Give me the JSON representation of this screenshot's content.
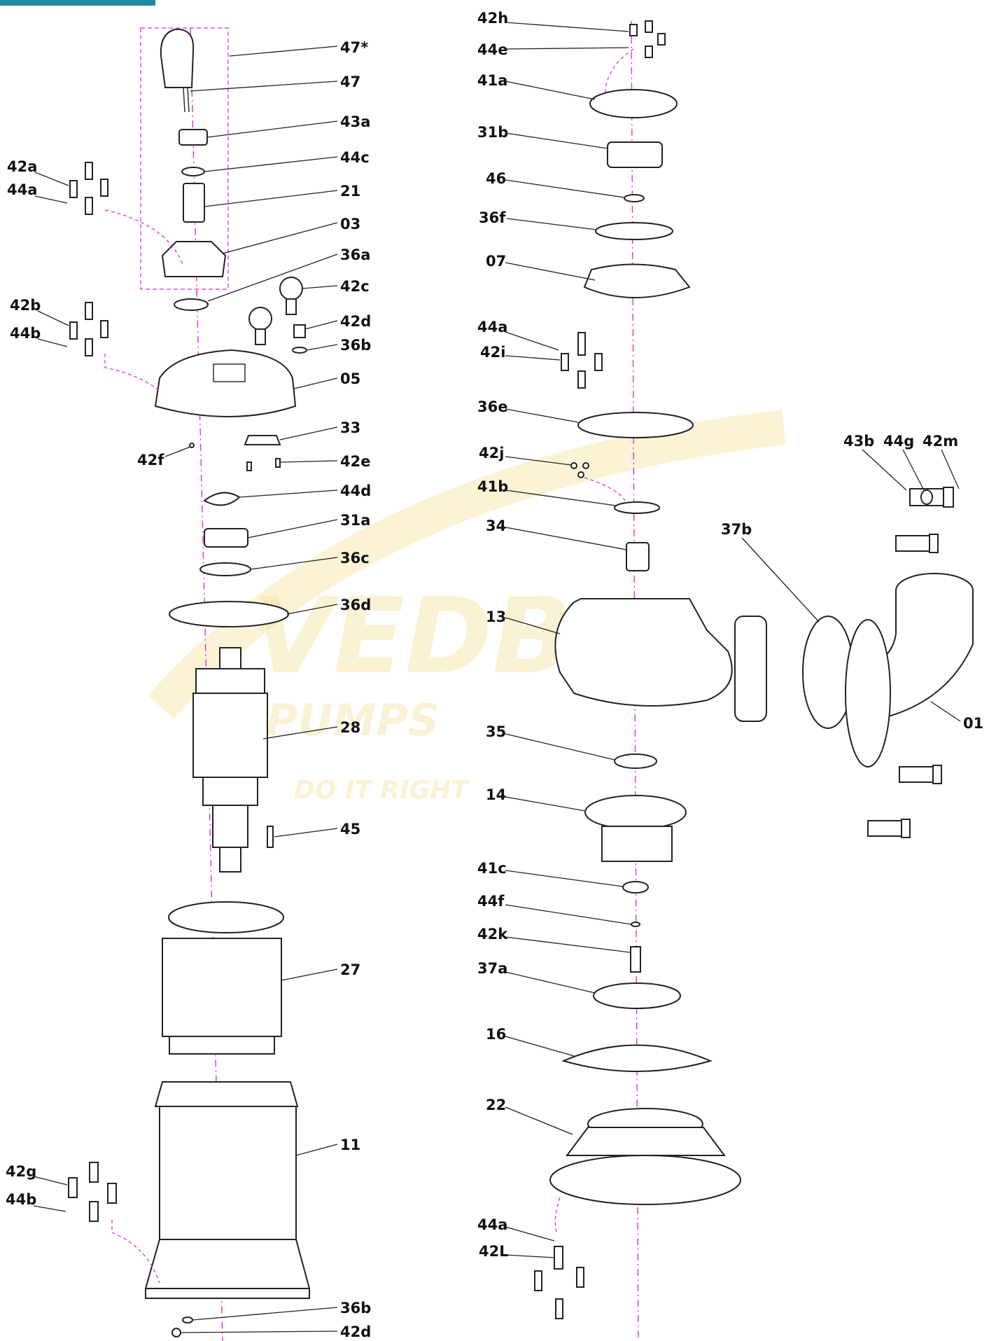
{
  "diagram": {
    "left_column": [
      {
        "id": "47s",
        "text": "47*"
      },
      {
        "id": "47",
        "text": "47"
      },
      {
        "id": "43a",
        "text": "43a"
      },
      {
        "id": "44c",
        "text": "44c"
      },
      {
        "id": "21",
        "text": "21"
      },
      {
        "id": "03",
        "text": "03"
      },
      {
        "id": "36a",
        "text": "36a"
      },
      {
        "id": "42c",
        "text": "42c"
      },
      {
        "id": "42d",
        "text": "42d"
      },
      {
        "id": "36b",
        "text": "36b"
      },
      {
        "id": "05",
        "text": "05"
      },
      {
        "id": "33",
        "text": "33"
      },
      {
        "id": "42e",
        "text": "42e"
      },
      {
        "id": "44d",
        "text": "44d"
      },
      {
        "id": "31a",
        "text": "31a"
      },
      {
        "id": "36c",
        "text": "36c"
      },
      {
        "id": "36d",
        "text": "36d"
      },
      {
        "id": "28",
        "text": "28"
      },
      {
        "id": "45",
        "text": "45"
      },
      {
        "id": "27",
        "text": "27"
      },
      {
        "id": "11",
        "text": "11"
      },
      {
        "id": "36b2",
        "text": "36b"
      },
      {
        "id": "42d2",
        "text": "42d"
      }
    ],
    "left_side": [
      {
        "id": "42a",
        "text": "42a"
      },
      {
        "id": "44a",
        "text": "44a"
      },
      {
        "id": "42b",
        "text": "42b"
      },
      {
        "id": "44b",
        "text": "44b"
      },
      {
        "id": "42f",
        "text": "42f"
      },
      {
        "id": "42g",
        "text": "42g"
      },
      {
        "id": "44b2",
        "text": "44b"
      }
    ],
    "right_column": [
      {
        "id": "42h",
        "text": "42h"
      },
      {
        "id": "44e",
        "text": "44e"
      },
      {
        "id": "41a",
        "text": "41a"
      },
      {
        "id": "31b",
        "text": "31b"
      },
      {
        "id": "46",
        "text": "46"
      },
      {
        "id": "36f",
        "text": "36f"
      },
      {
        "id": "07",
        "text": "07"
      },
      {
        "id": "44a2",
        "text": "44a"
      },
      {
        "id": "42i",
        "text": "42i"
      },
      {
        "id": "36e",
        "text": "36e"
      },
      {
        "id": "42j",
        "text": "42j"
      },
      {
        "id": "41b",
        "text": "41b"
      },
      {
        "id": "34",
        "text": "34"
      },
      {
        "id": "13",
        "text": "13"
      },
      {
        "id": "35",
        "text": "35"
      },
      {
        "id": "14",
        "text": "14"
      },
      {
        "id": "41c",
        "text": "41c"
      },
      {
        "id": "44f",
        "text": "44f"
      },
      {
        "id": "42k",
        "text": "42k"
      },
      {
        "id": "37a",
        "text": "37a"
      },
      {
        "id": "16",
        "text": "16"
      },
      {
        "id": "22",
        "text": "22"
      },
      {
        "id": "44a3",
        "text": "44a"
      },
      {
        "id": "42L",
        "text": "42L"
      }
    ],
    "outlet": [
      {
        "id": "43b",
        "text": "43b"
      },
      {
        "id": "44g",
        "text": "44g"
      },
      {
        "id": "42m",
        "text": "42m"
      },
      {
        "id": "37b",
        "text": "37b"
      },
      {
        "id": "01",
        "text": "01"
      }
    ]
  },
  "watermark": {
    "brand": "VEDB",
    "line1": "PUMPS",
    "line2": "DO IT RIGHT"
  },
  "colors": {
    "ink": "#222222",
    "axis": "#e020e0",
    "header_bar": "#1e8a9a",
    "watermark": "#f3dc8a"
  }
}
